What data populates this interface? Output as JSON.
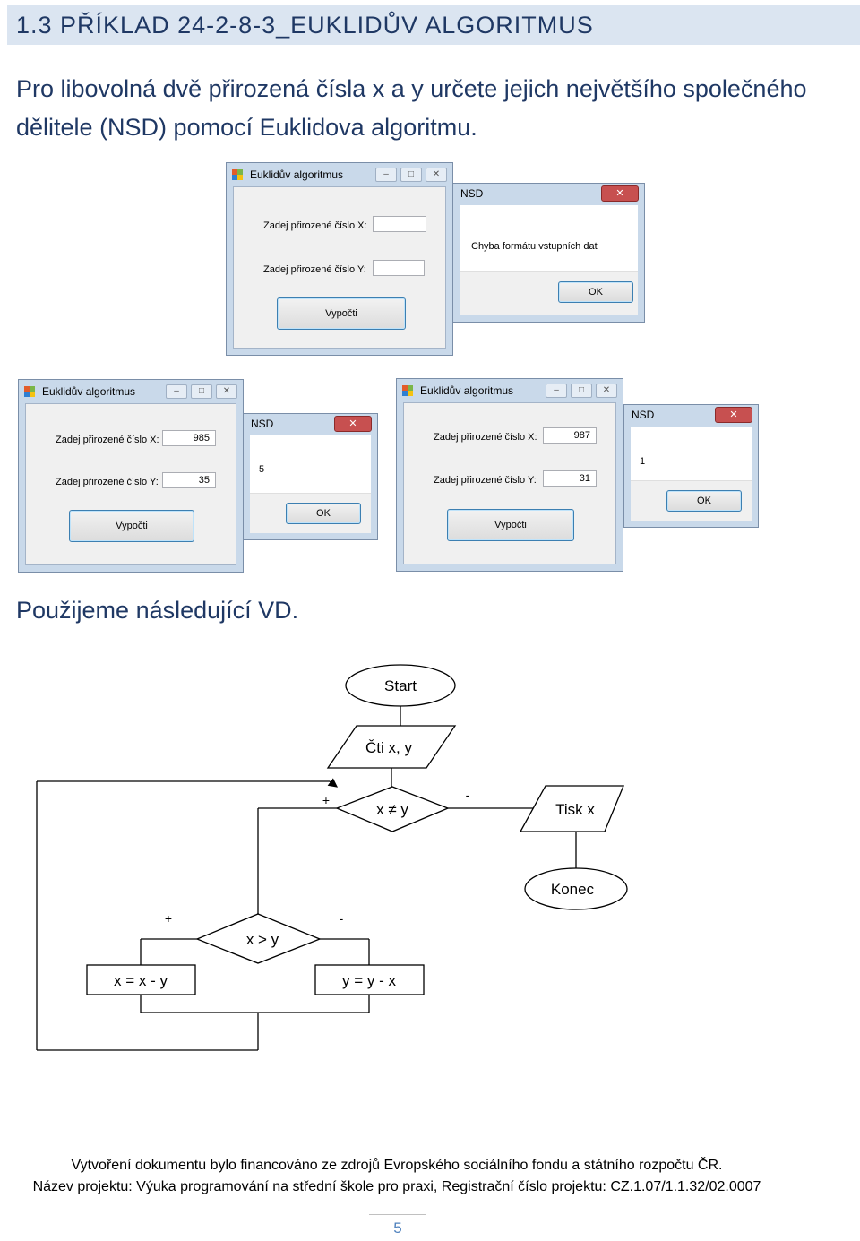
{
  "heading": "1.3 PŘÍKLAD 24-2-8-3_EUKLIDŮV ALGORITMUS",
  "intro": "Pro libovolná dvě přirozená čísla x a y určete jejich největšího společného dělitele (NSD) pomocí Euklidova algoritmu.",
  "app": {
    "title": "Euklidův algoritmus",
    "label_x": "Zadej přirozené číslo X:",
    "label_y": "Zadej přirozené číslo Y:",
    "button": "Vypočti"
  },
  "examples": [
    {
      "x": "",
      "y": "",
      "msg_title": "NSD",
      "msg_text": "Chyba formátu vstupních dat",
      "ok": "OK"
    },
    {
      "x": "985",
      "y": "35",
      "msg_title": "NSD",
      "msg_text": "5",
      "ok": "OK"
    },
    {
      "x": "987",
      "y": "31",
      "msg_title": "NSD",
      "msg_text": "1",
      "ok": "OK"
    }
  ],
  "vd_text": "Použijeme následující VD.",
  "flowchart": {
    "start": "Start",
    "input": "Čti x, y",
    "cond1": "x ≠ y",
    "cond1_plus": "+",
    "cond1_minus": "-",
    "output": "Tisk x",
    "end": "Konec",
    "cond2": "x > y",
    "cond2_plus": "+",
    "cond2_minus": "-",
    "assign_left": "x = x - y",
    "assign_right": "y = y - x"
  },
  "footer": {
    "line1": "Vytvoření dokumentu bylo financováno ze zdrojů Evropského sociálního fondu a státního rozpočtu ČR.",
    "line2": "Název projektu: Výuka programování na střední škole pro praxi, Registrační číslo projektu: CZ.1.07/1.1.32/02.0007",
    "page": "5"
  }
}
